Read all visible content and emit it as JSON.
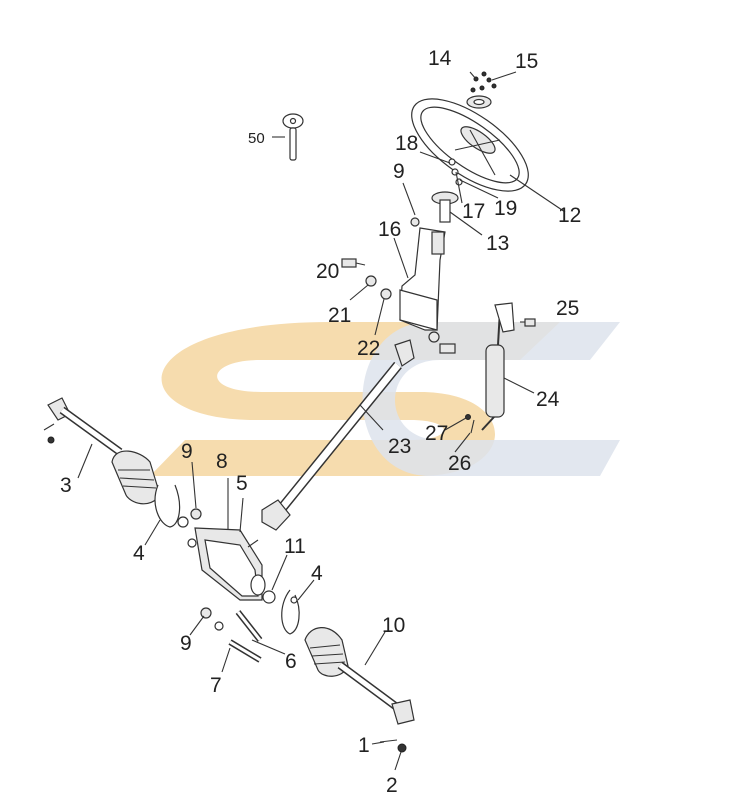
{
  "watermark": {
    "primary_color": "#f6dcae",
    "secondary_color": "#dde3ec"
  },
  "labels": {
    "p1": "1",
    "p2": "2",
    "p3": "3",
    "p4a": "4",
    "p4b": "4",
    "p5": "5",
    "p6": "6",
    "p7": "7",
    "p8": "8",
    "p9a": "9",
    "p9b": "9",
    "p9c": "9",
    "p10": "10",
    "p11": "11",
    "p12": "12",
    "p13": "13",
    "p14": "14",
    "p15": "15",
    "p16": "16",
    "p17": "17",
    "p18": "18",
    "p19": "19",
    "p20": "20",
    "p21": "21",
    "p22": "22",
    "p23": "23",
    "p24": "24",
    "p25": "25",
    "p26": "26",
    "p27": "27",
    "p50": "50"
  }
}
